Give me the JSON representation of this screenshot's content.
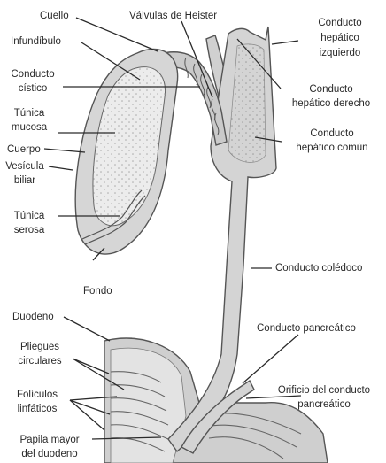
{
  "labels": {
    "cuello": "Cuello",
    "valvulas": "Válvulas de Heister",
    "hep_izq": "Conducto\nhepático\nizquierdo",
    "infundibulo": "Infundíbulo",
    "cistico": "Conducto\ncístico",
    "hep_der": "Conducto\nhepático derecho",
    "tunica_mucosa": "Túnica\nmucosa",
    "hep_comun": "Conducto\nhepático común",
    "cuerpo": "Cuerpo",
    "vesicula": "Vesícula\nbiliar",
    "tunica_serosa": "Túnica\nserosa",
    "coledoco": "Conducto colédoco",
    "fondo": "Fondo",
    "duodeno": "Duodeno",
    "pancreatico": "Conducto pancreático",
    "pliegues": "Pliegues\ncirculares",
    "orificio": "Orificio del conducto\npancreático",
    "foliculos": "Folículos\nlinfáticos",
    "papila": "Papila mayor\ndel duodeno"
  },
  "colors": {
    "organ_fill": "#d4d4d4",
    "mucosa_fill": "#eeeeee",
    "line": "#2a2a2a"
  }
}
